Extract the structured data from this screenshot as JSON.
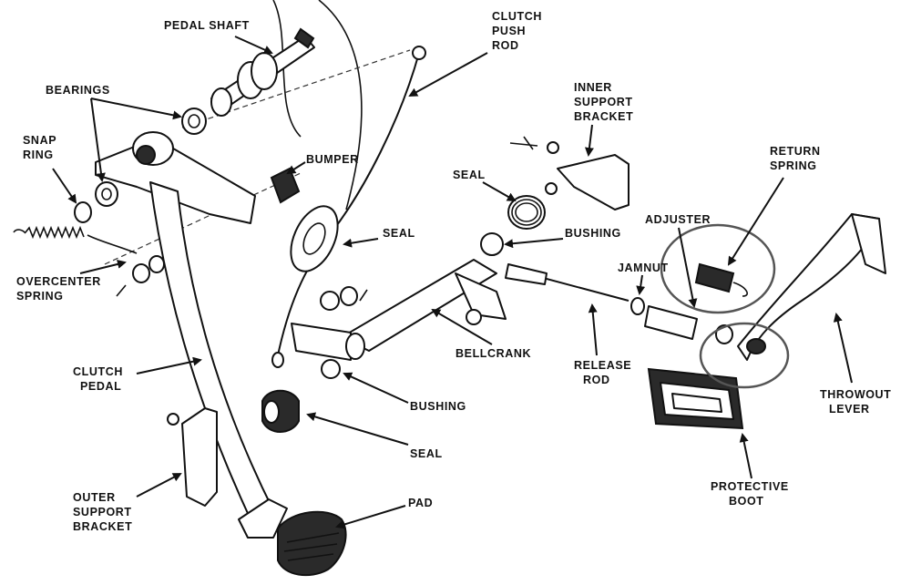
{
  "labels": {
    "pedal_shaft": "PEDAL SHAFT",
    "bearings": "BEARINGS",
    "snap_ring_1": "SNAP",
    "snap_ring_2": "RING",
    "overcenter_1": "OVERCENTER",
    "overcenter_2": "SPRING",
    "clutch_push_rod_1": "CLUTCH",
    "clutch_push_rod_2": "PUSH",
    "clutch_push_rod_3": "ROD",
    "bumper": "BUMPER",
    "seal_upper": "SEAL",
    "seal_mid": "SEAL",
    "seal_lower": "SEAL",
    "bushing_upper": "BUSHING",
    "bushing_lower": "BUSHING",
    "inner_support_1": "INNER",
    "inner_support_2": "SUPPORT",
    "inner_support_3": "BRACKET",
    "return_spring_1": "RETURN",
    "return_spring_2": "SPRING",
    "adjuster": "ADJUSTER",
    "jamnut": "JAMNUT",
    "bellcrank": "BELLCRANK",
    "release_rod_1": "RELEASE",
    "release_rod_2": "ROD",
    "clutch_pedal_1": "CLUTCH",
    "clutch_pedal_2": "PEDAL",
    "throwout_1": "THROWOUT",
    "throwout_2": "LEVER",
    "protective_boot_1": "PROTECTIVE",
    "protective_boot_2": "BOOT",
    "outer_support_1": "OUTER",
    "outer_support_2": "SUPPORT",
    "outer_support_3": "BRACKET",
    "pad": "PAD"
  }
}
